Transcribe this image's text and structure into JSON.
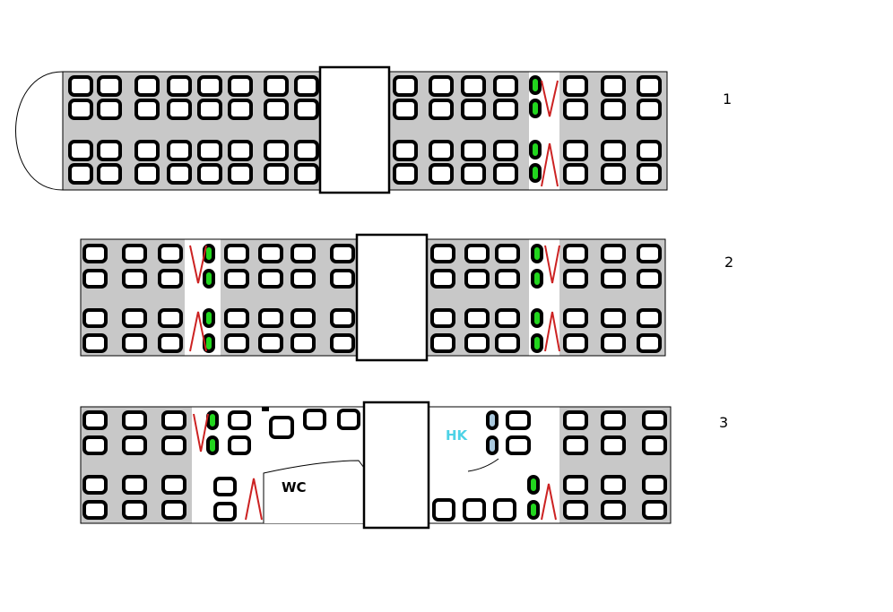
{
  "colors": {
    "background": "#ffffff",
    "seat_zone": "#c8c8c8",
    "seat_fill": "#ffffff",
    "seat_outline": "#000000",
    "priority_seat": "#22d61e",
    "accessible_seat": "#a9c8dd",
    "luggage_rack": "#cc2222",
    "hk_label": "#4dd2e6",
    "outline": "#000000"
  },
  "cars": [
    {
      "number": "1"
    },
    {
      "number": "2"
    },
    {
      "number": "3",
      "labels": {
        "wc": "WC",
        "hk": "HK"
      }
    }
  ]
}
